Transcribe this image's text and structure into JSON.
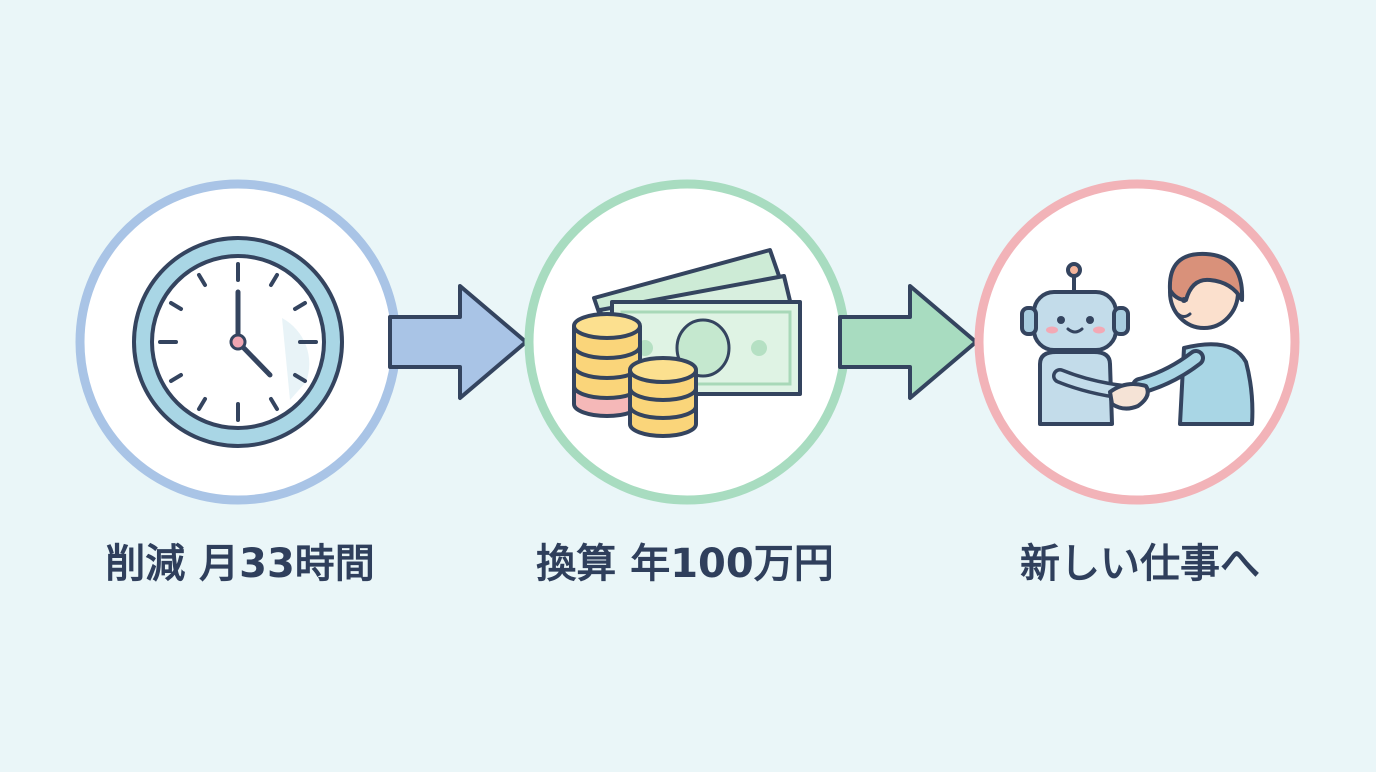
{
  "steps": [
    {
      "label": "削減 月33時間",
      "icon": "clock-icon",
      "ring_color": "#a9c4e6"
    },
    {
      "label": "換算 年100万円",
      "icon": "money-icon",
      "ring_color": "#a8dcc0"
    },
    {
      "label": "新しい仕事へ",
      "icon": "robot-handshake-icon",
      "ring_color": "#f2b3b8"
    }
  ],
  "arrows": [
    {
      "color": "#a9c4e6"
    },
    {
      "color": "#a8dcc0"
    }
  ],
  "colors": {
    "background": "#eaf6f8",
    "text": "#2f3f5c",
    "outline": "#34445f"
  }
}
